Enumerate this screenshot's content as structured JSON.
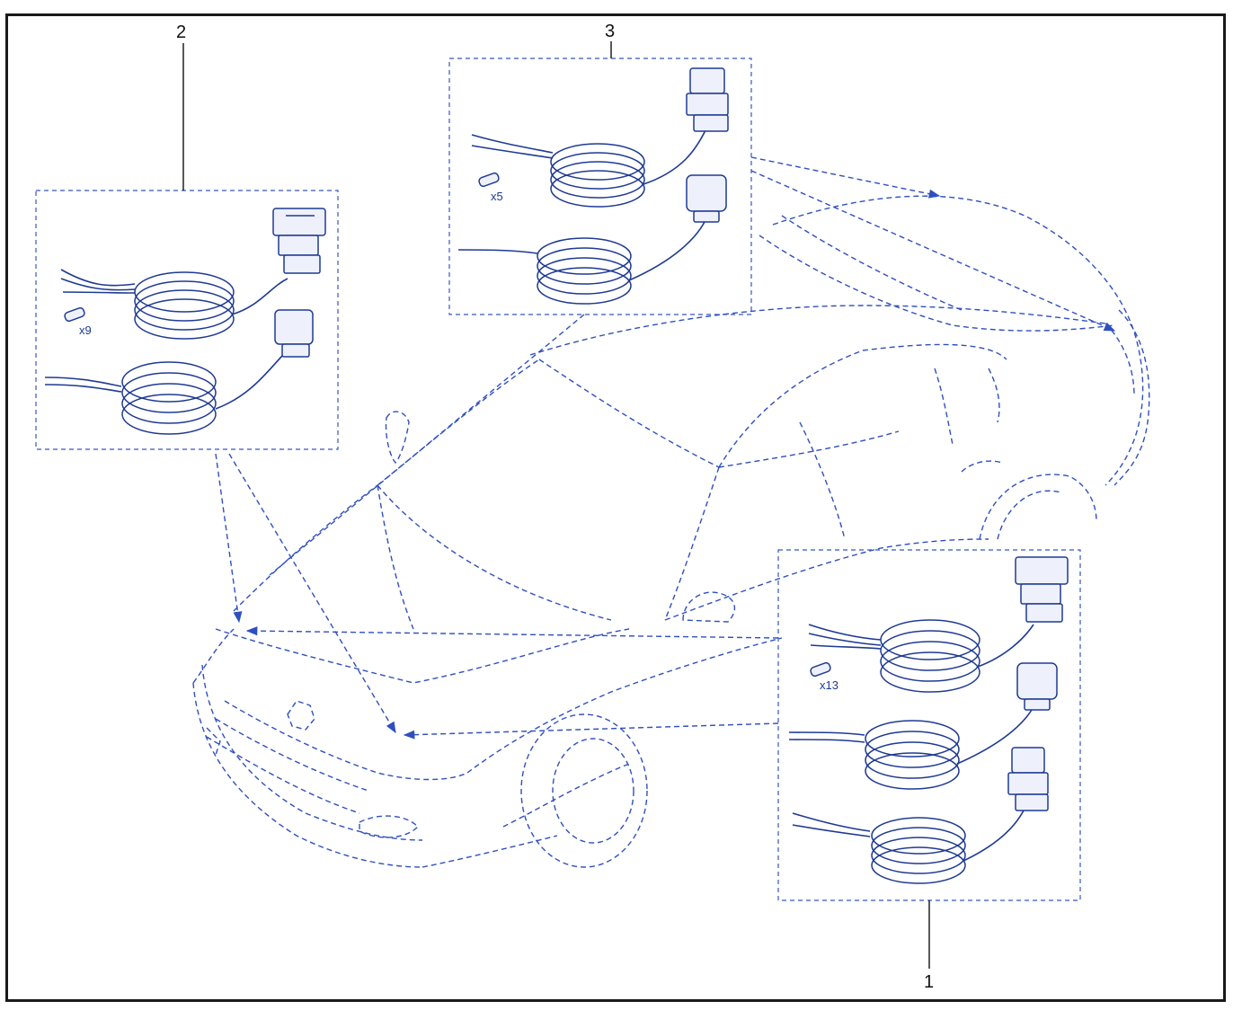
{
  "figure": {
    "callouts": [
      "1",
      "2",
      "3"
    ],
    "kits": [
      {
        "callout": "1",
        "fuse_quantity": "x13",
        "harness_count": 3
      },
      {
        "callout": "2",
        "fuse_quantity": "x9",
        "harness_count": 2
      },
      {
        "callout": "3",
        "fuse_quantity": "x5",
        "harness_count": 2
      }
    ],
    "colors": {
      "line": "#2f4fbf",
      "part": "#1f3a93",
      "frame": "#1a1a1a",
      "background": "#ffffff"
    },
    "icons": [
      "fuse-icon",
      "connector-icon",
      "wire-coil-icon",
      "car-outline"
    ]
  }
}
